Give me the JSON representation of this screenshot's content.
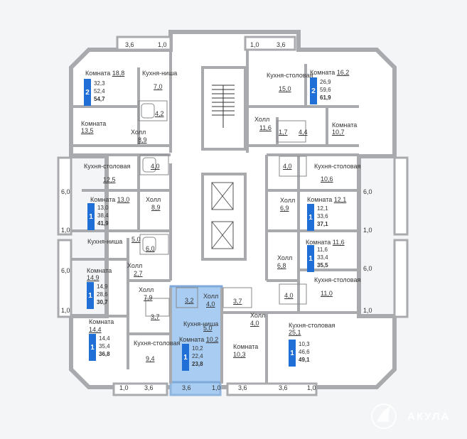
{
  "colors": {
    "wall": "#a8aaad",
    "highlight": "#a9cdf2",
    "badge": "#1f6fd6"
  },
  "dimensions": {
    "top_left_36": "3,6",
    "top_left_10": "1,0",
    "top_right_10": "1,0",
    "top_right_36": "3,6",
    "left_60_a": "6,0",
    "left_10_a": "1,0",
    "left_60_b": "6,0",
    "left_10_b": "1,0",
    "right_60_a": "6,0",
    "right_10_a": "1,0",
    "right_60_b": "6,0",
    "right_10_b": "1,0",
    "bottom_10_a": "1,0",
    "bottom_36_a": "3,6",
    "bottom_36_b": "3,6",
    "bottom_10_b": "1,0",
    "bottom_36_c": "3,6",
    "bottom_36_d": "3,6",
    "bottom_10_c": "1,0"
  },
  "rooms": {
    "r1": {
      "label": "Комната",
      "value": "18,8"
    },
    "r2": {
      "label": "Кухня-ниша",
      "value": "7,0"
    },
    "r3": {
      "value": "4,2"
    },
    "r4": {
      "label": "Комната",
      "value": "13,5"
    },
    "r5": {
      "label": "Холл",
      "value": "8,9"
    },
    "r6": {
      "label": "Кухня-столовая",
      "value": "12,5"
    },
    "r7": {
      "value": "4,0"
    },
    "r8": {
      "label": "Комната",
      "value": "13,0"
    },
    "r9": {
      "label": "Холл",
      "value": "8,9"
    },
    "r10": {
      "label": "Кухня-ниша",
      "value": "5,0"
    },
    "r11": {
      "value": "6,0"
    },
    "r12": {
      "label": "Комната",
      "value": "14,9"
    },
    "r13": {
      "label": "Холл",
      "value": "2,7"
    },
    "r14": {
      "label": "Холл",
      "value": "7,9"
    },
    "r15": {
      "value": "3,7"
    },
    "r16": {
      "label": "Комната",
      "value": "14,4"
    },
    "r17": {
      "label": "Кухня-столовая",
      "value": "9,4"
    },
    "r18": {
      "value": "3,2"
    },
    "r19": {
      "label": "Холл",
      "value": "4,0"
    },
    "r20": {
      "label": "Кухня-ниша",
      "value": "5,0"
    },
    "r21": {
      "label": "Комната",
      "value": "10,2"
    },
    "r22": {
      "value": "3,7"
    },
    "r23": {
      "label": "Холл",
      "value": "4,0"
    },
    "r24": {
      "label": "Комната",
      "value": "10,3"
    },
    "r25": {
      "label": "Кухня-столовая",
      "value": "25,1"
    },
    "r26": {
      "label": "Кухня-столовая",
      "value": "15,0"
    },
    "r27": {
      "label": "Комната",
      "value": "16,2"
    },
    "r28": {
      "label": "Холл",
      "value": "11,6"
    },
    "r29": {
      "value": "1,7"
    },
    "r30": {
      "value": "4,4"
    },
    "r31": {
      "label": "Комната",
      "value": "10,7"
    },
    "r32": {
      "value": "4,0"
    },
    "r33": {
      "label": "Кухня-столовая",
      "value": "10,6"
    },
    "r34": {
      "label": "Холл",
      "value": "6,9"
    },
    "r35": {
      "label": "Комната",
      "value": "12,1"
    },
    "r36": {
      "label": "Комната",
      "value": "11,6"
    },
    "r37": {
      "label": "Холл",
      "value": "6,8"
    },
    "r38": {
      "label": "Кухня-столовая",
      "value": "11,0"
    },
    "r39": {
      "value": "4,0"
    }
  },
  "badges": [
    {
      "rooms": "2",
      "living": "32,3",
      "total": "52,4",
      "total_with_balcony": "54,7"
    },
    {
      "rooms": "1",
      "living": "13,0",
      "total": "38,4",
      "total_with_balcony": "41,9"
    },
    {
      "rooms": "1",
      "living": "14,9",
      "total": "28,6",
      "total_with_balcony": "30,7"
    },
    {
      "rooms": "1",
      "living": "14,4",
      "total": "35,4",
      "total_with_balcony": "36,8"
    },
    {
      "rooms": "1",
      "living": "10,2",
      "total": "22,4",
      "total_with_balcony": "23,8"
    },
    {
      "rooms": "1",
      "living": "10,3",
      "total": "46,6",
      "total_with_balcony": "49,1"
    },
    {
      "rooms": "2",
      "living": "26,9",
      "total": "59,6",
      "total_with_balcony": "61,9"
    },
    {
      "rooms": "1",
      "living": "12,1",
      "total": "33,6",
      "total_with_balcony": "37,1"
    },
    {
      "rooms": "1",
      "living": "11,6",
      "total": "33,4",
      "total_with_balcony": "35,5"
    }
  ],
  "logo": {
    "text": "АКУЛА",
    "icon": "shark-fin-icon"
  }
}
